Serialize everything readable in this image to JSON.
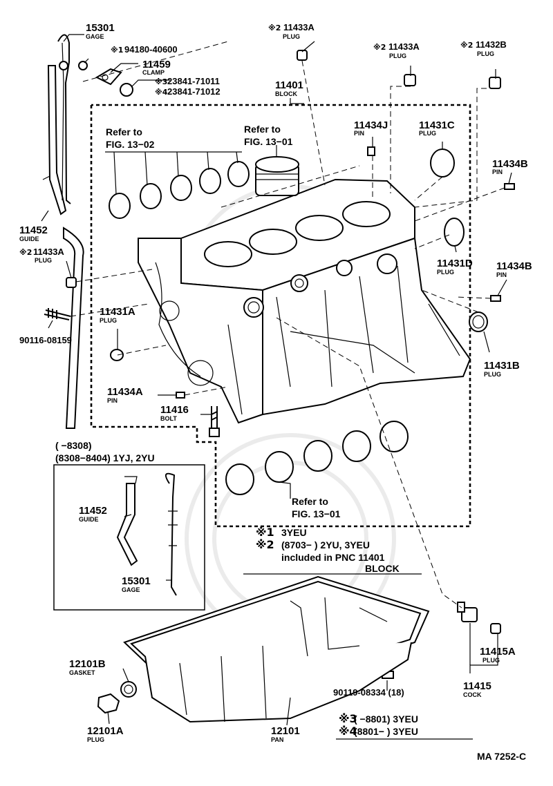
{
  "labels": {
    "p15301_top": {
      "no": "15301",
      "name": "GAGE"
    },
    "p94180": {
      "mark": "※1",
      "no": "94180-40600"
    },
    "p11459": {
      "no": "11459",
      "name": "CLAMP"
    },
    "p23841a": {
      "mark": "※3",
      "no": "23841-71011"
    },
    "p23841b": {
      "mark": "※4",
      "no": "23841-71012"
    },
    "p11433A_top": {
      "mark": "※2",
      "no": "11433A",
      "name": "PLUG"
    },
    "p11401": {
      "no": "11401",
      "name": "BLOCK"
    },
    "p11433A_mid": {
      "mark": "※2",
      "no": "11433A",
      "name": "PLUG"
    },
    "p11432B": {
      "mark": "※2",
      "no": "11432B",
      "name": "PLUG"
    },
    "p11434J": {
      "no": "11434J",
      "name": "PIN"
    },
    "p11431C": {
      "no": "11431C",
      "name": "PLUG"
    },
    "p11434B_top": {
      "no": "11434B",
      "name": "PIN"
    },
    "p11431D": {
      "no": "11431D",
      "name": "PLUG"
    },
    "p11434B_mid": {
      "no": "11434B",
      "name": "PIN"
    },
    "p11431B": {
      "no": "11431B",
      "name": "PLUG"
    },
    "p11452_top": {
      "no": "11452",
      "name": "GUIDE"
    },
    "p11433A_left": {
      "mark": "※2",
      "no": "11433A",
      "name": "PLUG"
    },
    "p90116": {
      "no": "90116-08159"
    },
    "p11431A": {
      "no": "11431A",
      "name": "PLUG"
    },
    "p11434A": {
      "no": "11434A",
      "name": "PIN"
    },
    "p11416": {
      "no": "11416",
      "name": "BOLT"
    },
    "p11452_inset": {
      "no": "11452",
      "name": "GUIDE"
    },
    "p15301_inset": {
      "no": "15301",
      "name": "GAGE"
    },
    "p12101B": {
      "no": "12101B",
      "name": "GASKET"
    },
    "p12101A": {
      "no": "12101A",
      "name": "PLUG"
    },
    "p12101": {
      "no": "12101",
      "name": "PAN"
    },
    "p90119": {
      "no": "90119-08334 (18)"
    },
    "p11415A": {
      "no": "11415A",
      "name": "PLUG"
    },
    "p11415": {
      "no": "11415",
      "name": "COCK"
    }
  },
  "refs": {
    "ref1": {
      "line1": "Refer to",
      "line2": "FIG. 13−02"
    },
    "ref2": {
      "line1": "Refer to",
      "line2": "FIG. 13−01"
    },
    "ref3": {
      "line1": "Refer to",
      "line2": "FIG. 13−01"
    }
  },
  "inset": {
    "line1": "(        −8308)",
    "line2": "(8308−8404) 1YJ, 2YU"
  },
  "notes": {
    "n1_mark": "※1",
    "n1_text": "3YEU",
    "n2_mark": "※2",
    "n2_text": "(8703−          ) 2YU, 3YEU",
    "n2_line2": "included in PNC 11401",
    "n2_line3": "BLOCK",
    "n3_mark": "※3",
    "n3_text": "(        −8801) 3YEU",
    "n4_mark": "※4",
    "n4_text": "(8801−          ) 3YEU"
  },
  "figure_id": "MA 7252-C"
}
